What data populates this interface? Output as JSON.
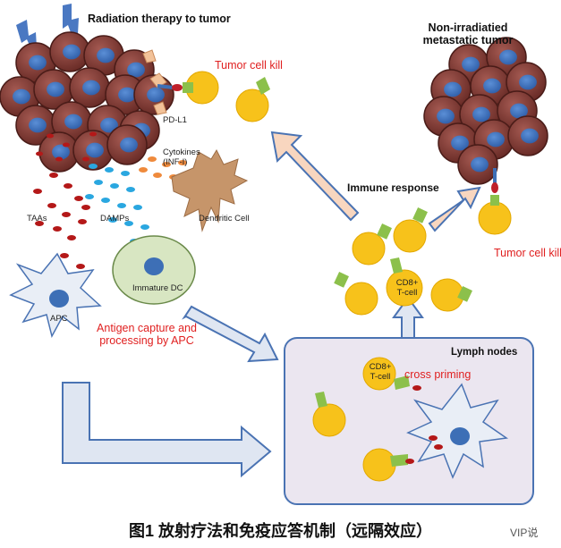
{
  "labels": {
    "radiation_title": "Radiation therapy to tumor",
    "non_irradiated_title": "Non-irradiatied metastatic tumor",
    "tumor_cell_kill_left": "Tumor cell kill",
    "tumor_cell_kill_right": "Tumor cell kill",
    "pdl1": "PD-L1",
    "cytokines": "Cytokines (INF-I)",
    "taas": "TAAs",
    "damps": "DAMPs",
    "dendritic_cell": "Dendritic Cell",
    "immature_dc": "Immature DC",
    "apc": "APC",
    "antigen_capture": "Antigen capture and processing by APC",
    "immune_response": "Immune response",
    "cd8_top": "CD8+ T-cell",
    "lymph_nodes": "Lymph nodes",
    "cd8_lymph": "CD8+ T-cell",
    "cross_priming": "cross priming"
  },
  "caption": "图1 放射疗法和免疫应答机制（远隔效应）",
  "watermark": "VIP说",
  "colors": {
    "tumor_cell": "#7a3a34",
    "tumor_nucleus": "#3d6fb6",
    "tcell": "#f7c21b",
    "receptor": "#8cc04b",
    "label_red": "#e02020",
    "arrow_fill": "#dfe6f2",
    "arrow_peach": "#f8d6bf",
    "lymph_bg": "#ebe6f0",
    "dc_fill": "#c6956a",
    "immature_dc": "#d8e6c2",
    "taa_dot": "#b41818",
    "damp_dot": "#2aa7e0",
    "cytokine_dot": "#ef8a3c",
    "lightning": "#4a78c2"
  }
}
